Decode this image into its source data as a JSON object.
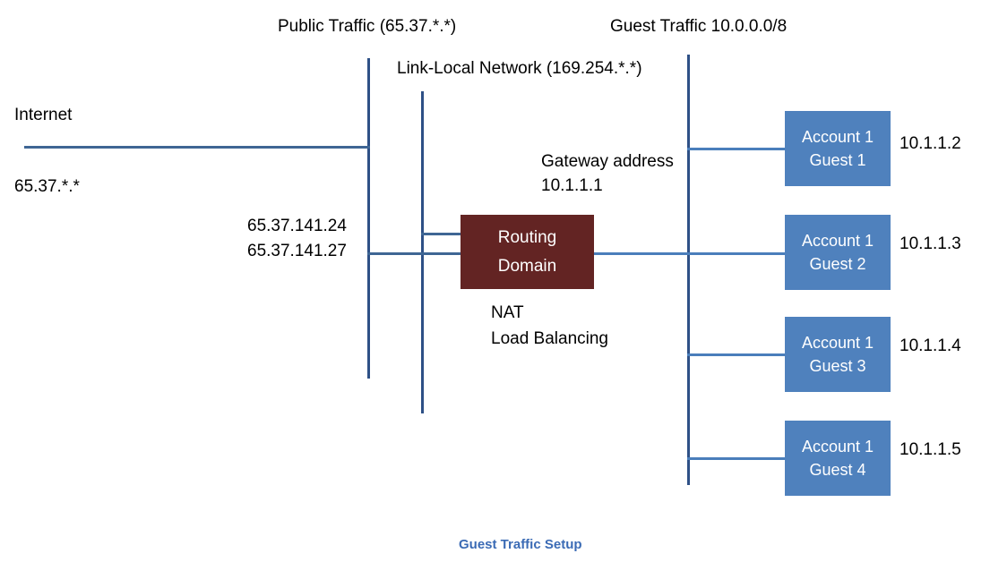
{
  "diagram": {
    "caption": "Guest Traffic Setup",
    "colors": {
      "guest_box": "#4F81BD",
      "router_box": "#632423",
      "line_blue": "#4A7EBB",
      "line_dark_blue": "#2E5086",
      "caption_blue": "#3B6BB5",
      "text": "#000000"
    },
    "labels": {
      "public_traffic": "Public Traffic (65.37.*.*)",
      "link_local": "Link-Local Network (169.254.*.*)",
      "guest_traffic": "Guest Traffic 10.0.0.0/8",
      "internet": "Internet",
      "internet_range": "65.37.*.*",
      "public_ip_1": "65.37.141.24",
      "public_ip_2": "65.37.141.27",
      "gateway_title": "Gateway address",
      "gateway_ip": "10.1.1.1",
      "nat": "NAT",
      "load_balancing": "Load Balancing"
    },
    "router": {
      "line1": "Routing",
      "line2": "Domain"
    },
    "guests": [
      {
        "account": "Account 1",
        "name": "Guest 1",
        "ip": "10.1.1.2"
      },
      {
        "account": "Account 1",
        "name": "Guest 2",
        "ip": "10.1.1.3"
      },
      {
        "account": "Account 1",
        "name": "Guest 3",
        "ip": "10.1.1.4"
      },
      {
        "account": "Account 1",
        "name": "Guest 4",
        "ip": "10.1.1.5"
      }
    ]
  }
}
